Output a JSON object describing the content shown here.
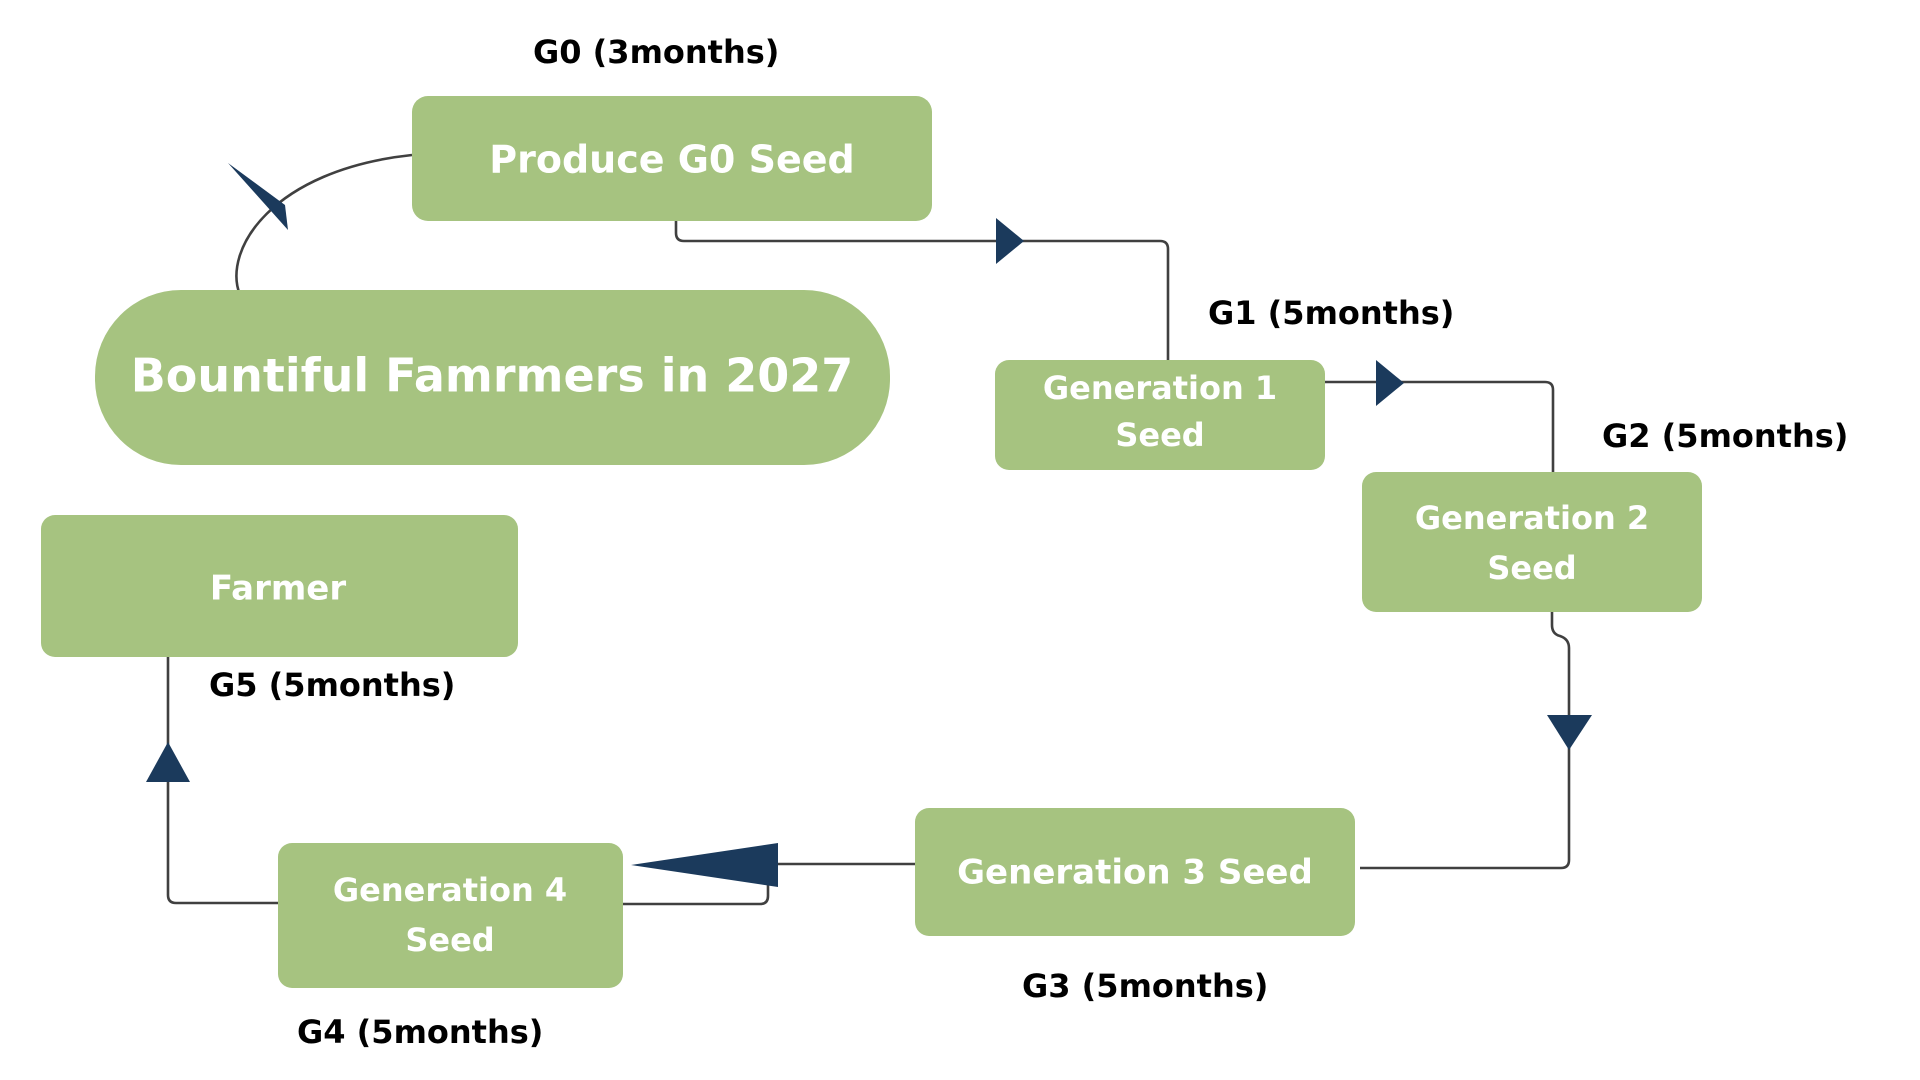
{
  "diagram": {
    "title_node": "Bountiful Famrmers in 2027",
    "colors": {
      "node_fill": "#a6c380",
      "node_text": "#ffffff",
      "connector_line": "#404040",
      "arrowhead": "#1b3a5c",
      "label_text": "#000000",
      "background": "#ffffff"
    },
    "nodes": [
      {
        "id": "bountiful",
        "label": "Bountiful Famrmers in 2027",
        "shape": "rounded-capsule",
        "font_size": 46
      },
      {
        "id": "produce_g0",
        "label": "Produce G0 Seed",
        "shape": "rounded-rect",
        "font_size": 38
      },
      {
        "id": "gen1",
        "label_line1": "Generation 1",
        "label_line2": "Seed",
        "shape": "rounded-rect",
        "font_size": 32
      },
      {
        "id": "gen2",
        "label_line1": "Generation 2",
        "label_line2": "Seed",
        "shape": "rounded-rect",
        "font_size": 32
      },
      {
        "id": "gen3",
        "label": "Generation 3 Seed",
        "shape": "rounded-rect",
        "font_size": 34
      },
      {
        "id": "gen4",
        "label_line1": "Generation 4",
        "label_line2": "Seed",
        "shape": "rounded-rect",
        "font_size": 32
      },
      {
        "id": "farmer",
        "label": "Farmer",
        "shape": "rounded-rect",
        "font_size": 34
      }
    ],
    "edge_labels": [
      {
        "id": "g0",
        "text": "G0 (3months)"
      },
      {
        "id": "g1",
        "text": "G1 (5months)"
      },
      {
        "id": "g2",
        "text": "G2 (5months)"
      },
      {
        "id": "g3",
        "text": "G3 (5months)"
      },
      {
        "id": "g4",
        "text": "G4 (5months)"
      },
      {
        "id": "g5",
        "text": "G5 (5months)"
      }
    ],
    "edges": [
      {
        "from": "bountiful",
        "to": "produce_g0",
        "label": "G0 (3months)"
      },
      {
        "from": "produce_g0",
        "to": "gen1",
        "label": "G1 (5months)"
      },
      {
        "from": "gen1",
        "to": "gen2",
        "label": "G2 (5months)"
      },
      {
        "from": "gen2",
        "to": "gen3",
        "label": "G3 (5months)"
      },
      {
        "from": "gen3",
        "to": "gen4",
        "label": "G4 (5months)"
      },
      {
        "from": "gen4",
        "to": "farmer",
        "label": "G5 (5months)"
      }
    ]
  }
}
